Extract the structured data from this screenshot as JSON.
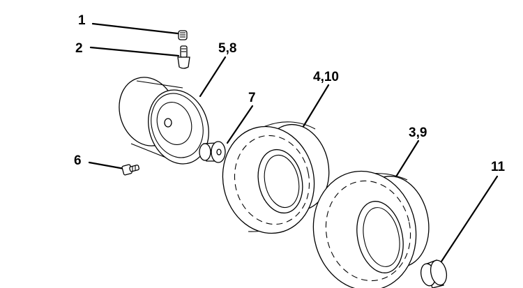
{
  "diagram": {
    "callouts": {
      "c1": "1",
      "c2": "2",
      "c58": "5,8",
      "c6": "6",
      "c7": "7",
      "c410": "4,10",
      "c39": "3,9",
      "c11": "11"
    }
  }
}
